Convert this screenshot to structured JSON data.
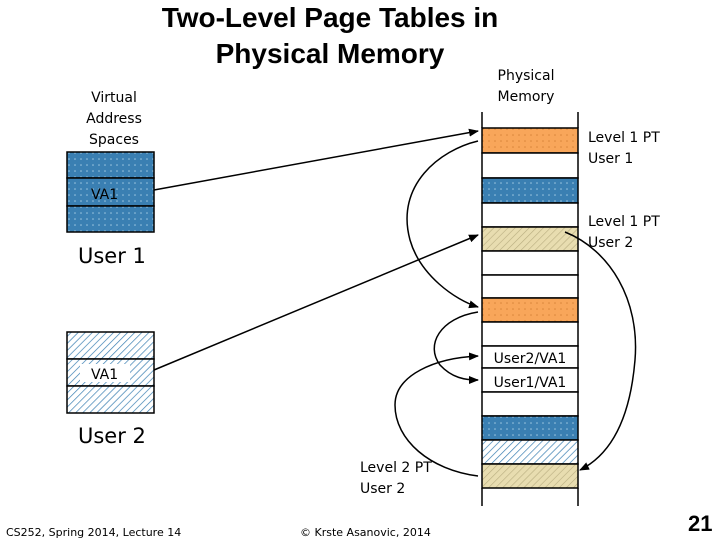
{
  "title": "Two-Level Page Tables in Physical Memory",
  "labels": {
    "virtual_address_spaces": "Virtual Address Spaces",
    "physical_memory": "Physical Memory",
    "level1_pt_user1": "Level 1 PT User 1",
    "level1_pt_user2": "Level 1 PT User 2",
    "level2_pt_user2": "Level 2 PT User 2",
    "user1": "User 1",
    "user2": "User 2",
    "va1_user1": "VA1",
    "va1_user2": "VA1",
    "user2_va1": "User2/VA1",
    "user1_va1": "User1/VA1"
  },
  "footer": {
    "course": "CS252, Spring 2014, Lecture 14",
    "copyright": "© Krste Asanovic, 2014",
    "page_number": "21"
  },
  "colors": {
    "orange": "#f8a65a",
    "blue": "#3a7fb2",
    "tan": "#e8ddb0",
    "hatch_blue": "#7fb3d0",
    "white": "#ffffff"
  }
}
